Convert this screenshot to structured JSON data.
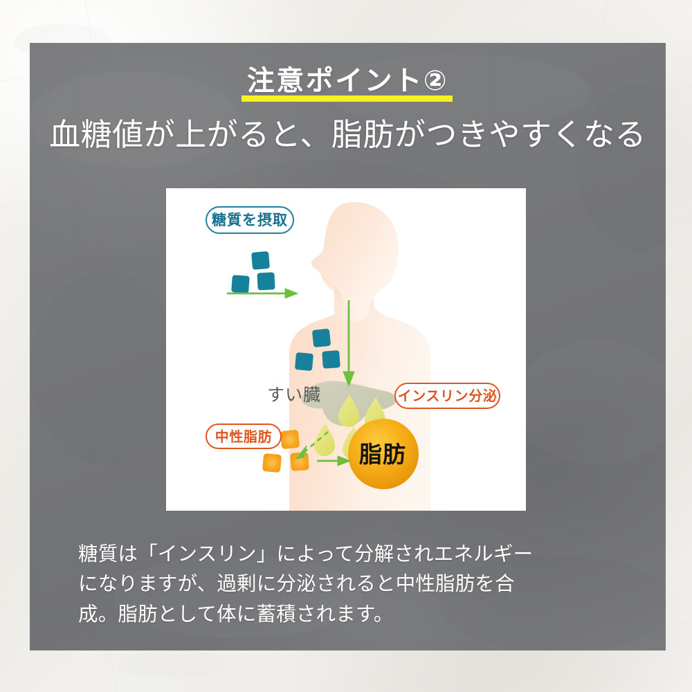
{
  "panel": {
    "background_color": "#76777a",
    "outer_background_color": "#f1efec"
  },
  "heading": {
    "kicker": "注意ポイント②",
    "kicker_underline_color": "#f7f11d",
    "headline": "血糖値が上がると、脂肪がつきやすくなる",
    "text_color": "#ffffff"
  },
  "illustration": {
    "card_background": "#ffffff",
    "body_skin_color": "#fde3d0",
    "labels": {
      "carb_intake": "糖質を摂取",
      "pancreas": "すい臓",
      "insulin_secretion": "インスリン分泌",
      "neutral_fat": "中性脂肪",
      "fat": "脂肪"
    },
    "colors": {
      "teal": "#17809a",
      "orange_accent": "#e0551d",
      "fat_circle": "#f0a313",
      "sugar_cube_orange": "#f9a522",
      "arrow_green": "#6cbf3f",
      "pancreas": "#ccccb6",
      "insulin_droplet": "#e2e377"
    }
  },
  "caption": {
    "lines": [
      "糖質は「インスリン」によって分解されエネルギー",
      "になりますが、過剰に分泌されると中性脂肪を合",
      "成。脂肪として体に蓄積されます。"
    ]
  }
}
